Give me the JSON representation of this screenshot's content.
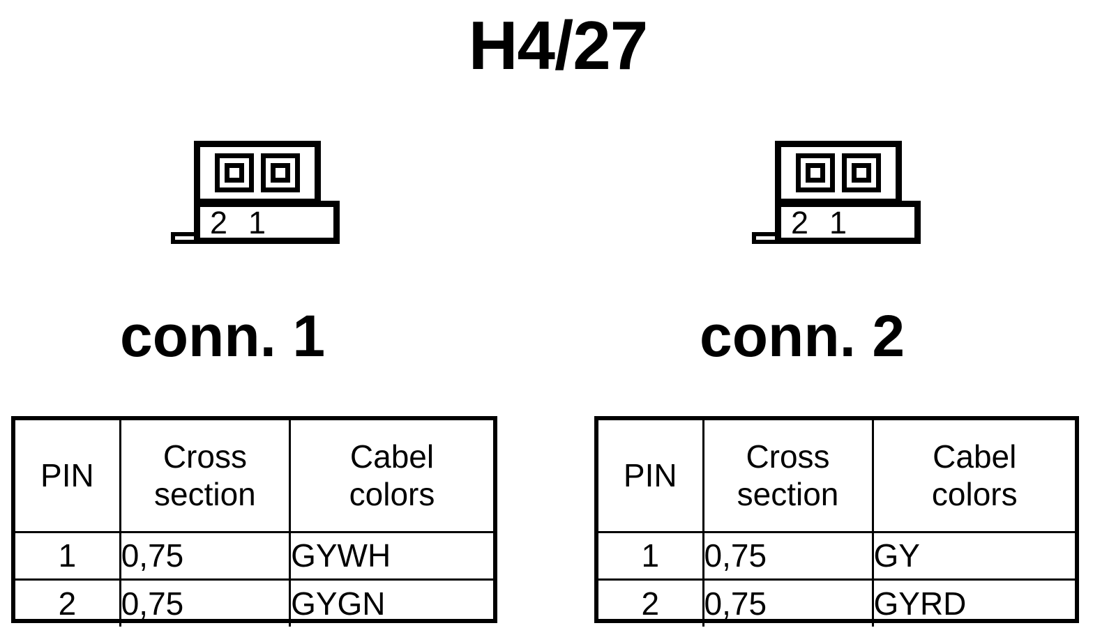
{
  "title": "H4/27",
  "connectors": [
    {
      "id": "conn-1",
      "label": "conn. 1",
      "symbol": {
        "pin_labels": [
          "2",
          "1"
        ],
        "cavity_count": 2
      },
      "table": {
        "headers": {
          "pin": "PIN",
          "cross_section_line1": "Cross",
          "cross_section_line2": "section",
          "cable_colors_line1": "Cabel",
          "cable_colors_line2": "colors"
        },
        "rows": [
          {
            "pin": "1",
            "cross_section": "0,75",
            "cable_colors": "GYWH"
          },
          {
            "pin": "2",
            "cross_section": "0,75",
            "cable_colors": "GYGN"
          }
        ]
      }
    },
    {
      "id": "conn-2",
      "label": "conn. 2",
      "symbol": {
        "pin_labels": [
          "2",
          "1"
        ],
        "cavity_count": 2
      },
      "table": {
        "headers": {
          "pin": "PIN",
          "cross_section_line1": "Cross",
          "cross_section_line2": "section",
          "cable_colors_line1": "Cabel",
          "cable_colors_line2": "colors"
        },
        "rows": [
          {
            "pin": "1",
            "cross_section": "0,75",
            "cable_colors": "GY"
          },
          {
            "pin": "2",
            "cross_section": "0,75",
            "cable_colors": "GYRD"
          }
        ]
      }
    }
  ],
  "colors": {
    "ink": "#000000",
    "background": "#ffffff"
  }
}
